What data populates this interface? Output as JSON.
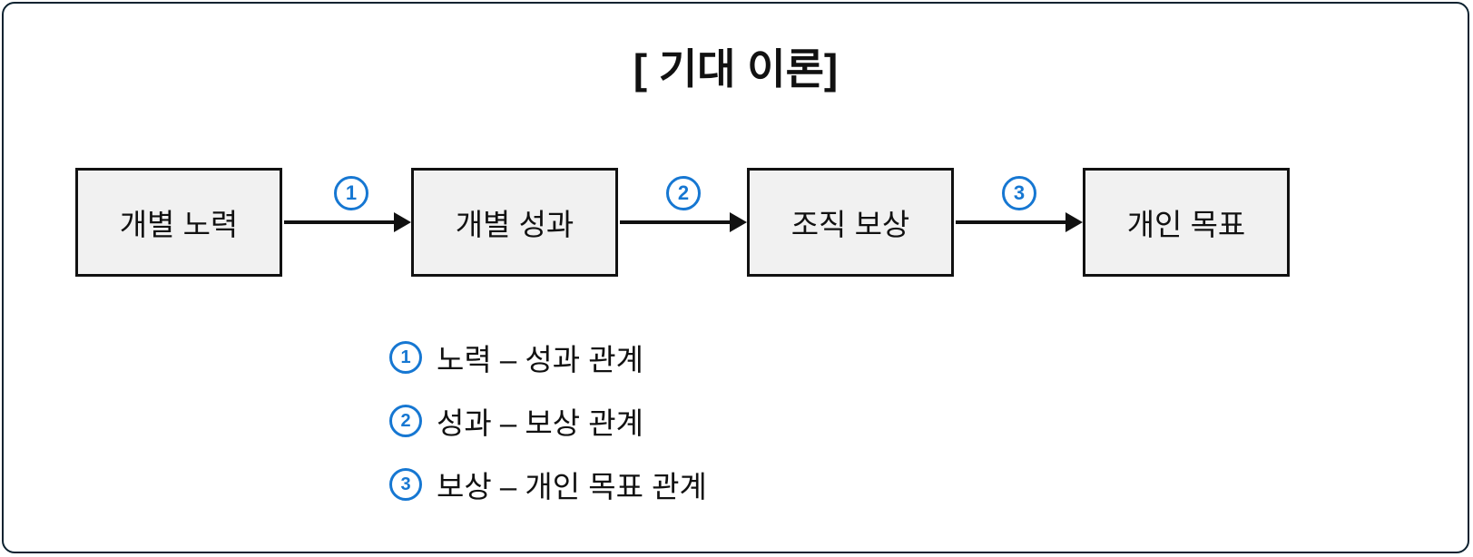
{
  "title": "[ 기대 이론]",
  "diagram": {
    "boxes": [
      {
        "label": "개별 노력"
      },
      {
        "label": "개별 성과"
      },
      {
        "label": "조직 보상"
      },
      {
        "label": "개인 목표"
      }
    ],
    "arrows": [
      {
        "number": "1"
      },
      {
        "number": "2"
      },
      {
        "number": "3"
      }
    ]
  },
  "legend": {
    "items": [
      {
        "number": "1",
        "label": "노력 – 성과 관계"
      },
      {
        "number": "2",
        "label": "성과 – 보상 관계"
      },
      {
        "number": "3",
        "label": "보상 – 개인 목표 관계"
      }
    ]
  },
  "colors": {
    "accent_blue": "#1677d2",
    "box_fill": "#f1f1f1",
    "box_border": "#111111",
    "frame_border": "#0d2230",
    "background": "#ffffff"
  }
}
